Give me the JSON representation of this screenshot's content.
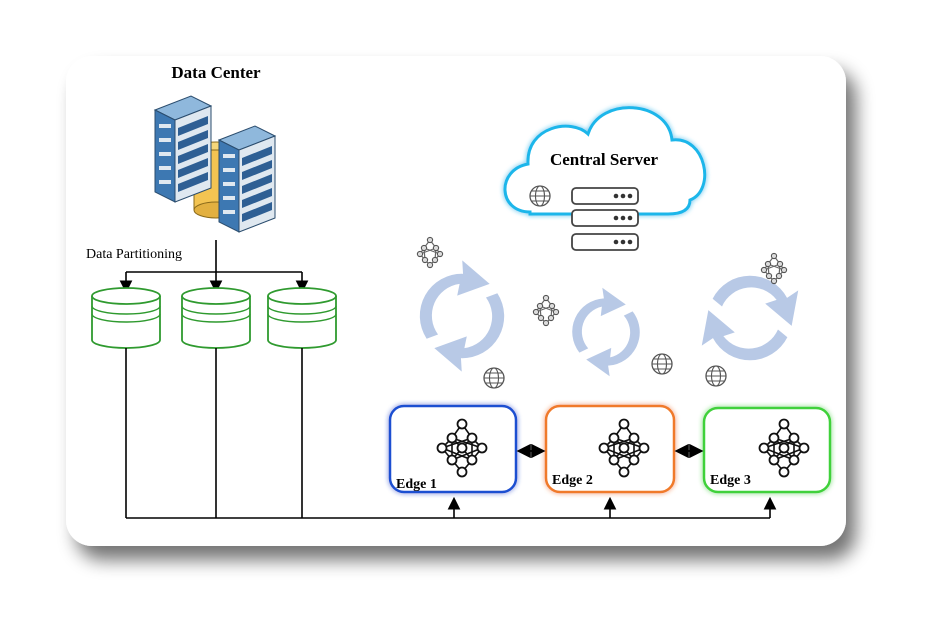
{
  "title": "Data Center",
  "partition_label": "Data Partitioning",
  "server": {
    "label": "Central Server"
  },
  "edges": [
    {
      "label": "Edge 1",
      "color": "#1f4fd1"
    },
    {
      "label": "Edge 2",
      "color": "#f07a2a"
    },
    {
      "label": "Edge 3",
      "color": "#3fd13a"
    }
  ],
  "colors": {
    "cloud_outline": "#1ab6ea",
    "disk_outline": "#2f9a2f",
    "sync_arrow": "#b8c9e6",
    "line": "#000000"
  },
  "icons": [
    "server-rack-icon",
    "database-icon",
    "cloud-icon",
    "globe-icon",
    "neural-network-icon",
    "sync-arrows-icon"
  ]
}
